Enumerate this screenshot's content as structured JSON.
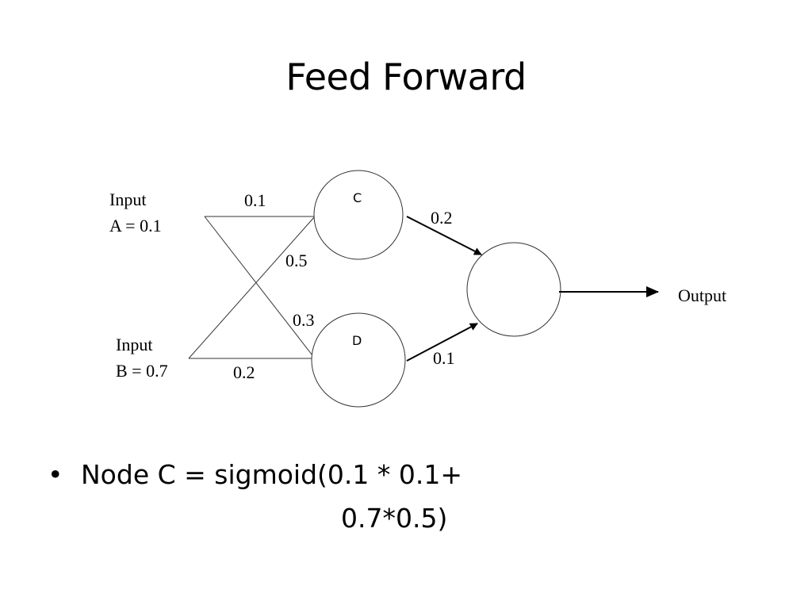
{
  "slide": {
    "title": "Feed Forward"
  },
  "diagram": {
    "inputs": [
      {
        "line1": "Input",
        "line2": "A = 0.1"
      },
      {
        "line1": "Input",
        "line2": "B = 0.7"
      }
    ],
    "nodes": {
      "c": "C",
      "d": "D",
      "output_node": ""
    },
    "weights": {
      "a_to_c": "0.1",
      "b_to_c": "0.5",
      "a_to_d": "0.3",
      "b_to_d": "0.2",
      "c_to_out": "0.2",
      "d_to_out": "0.1"
    },
    "output_label": "Output"
  },
  "bullet": {
    "marker": "•",
    "line1": "Node C = sigmoid(0.1 * 0.1+",
    "line2": "0.7*0.5)"
  }
}
